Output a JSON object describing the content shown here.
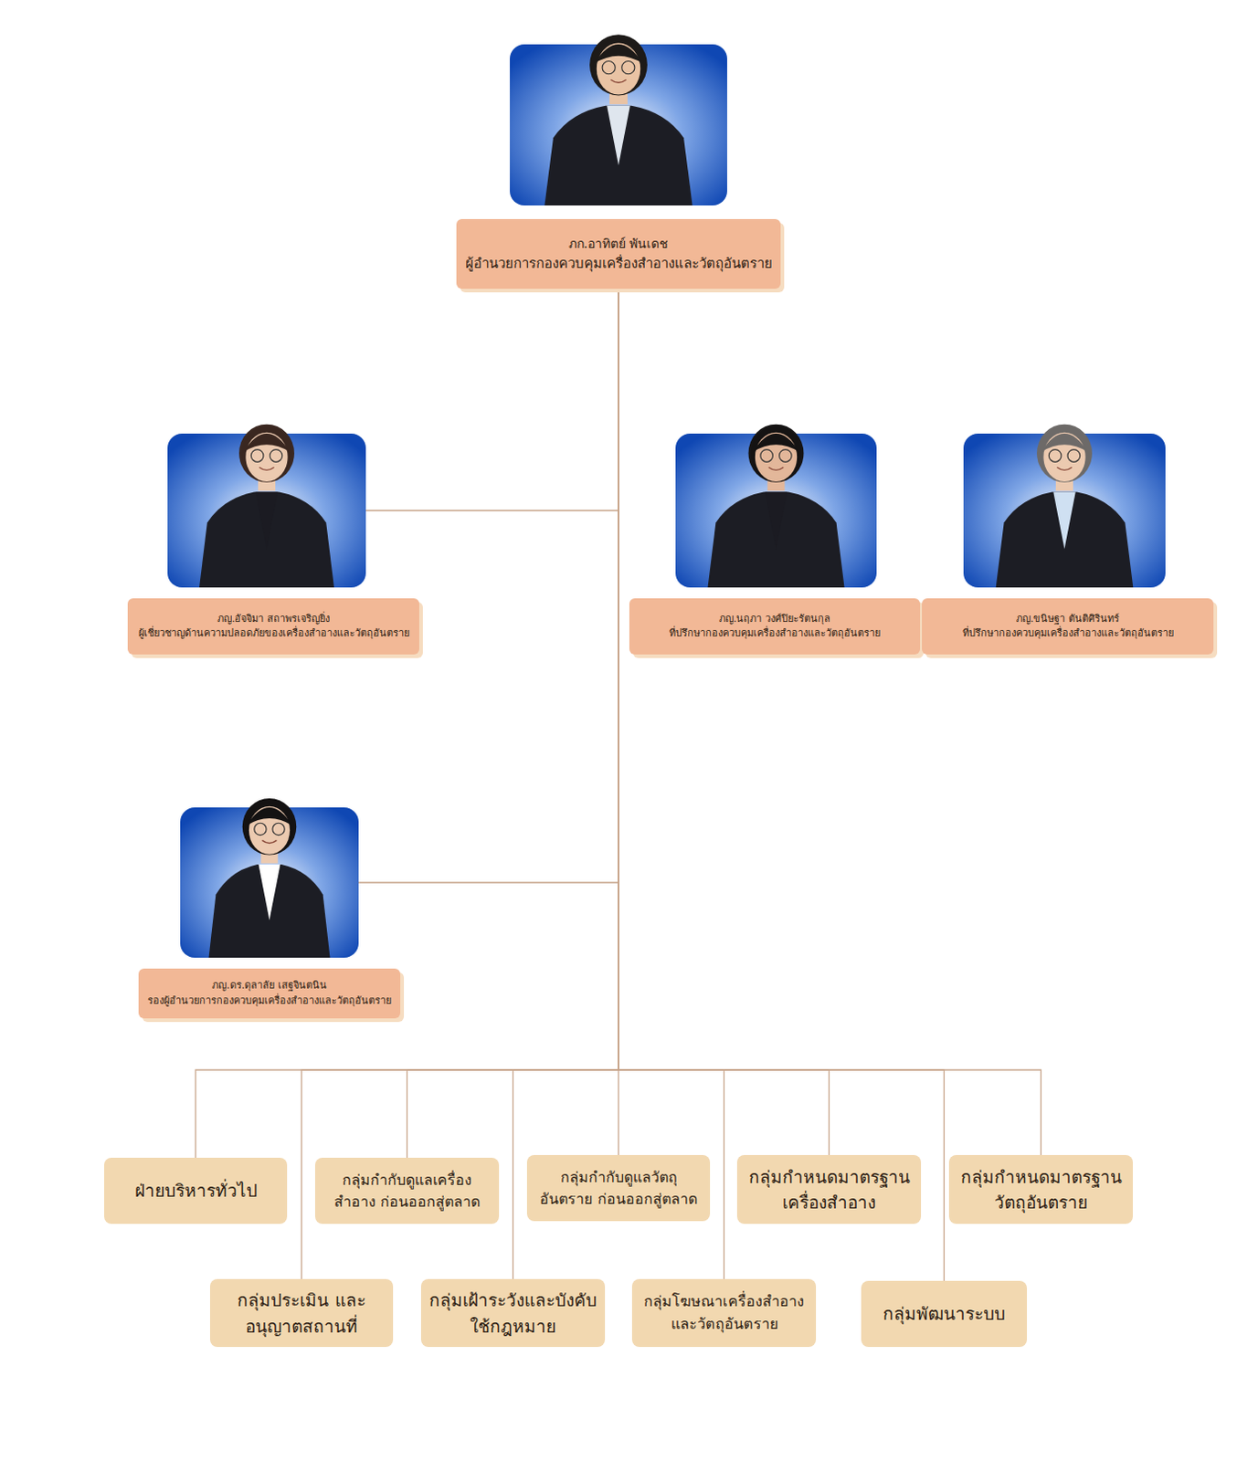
{
  "diagram": {
    "nodes": [
      {
        "text": [
          "ภก.อาทิตย์ พันเดช",
          "ผู้อำนวยการกองควบคุมเครื่องสำอางและวัตถุอันตราย"
        ]
      },
      {
        "text": [
          "ภญ.อัจจิมา สถาพรเจริญยิ่ง",
          "ผู้เชี่ยวชาญด้านความปลอดภัยของเครื่องสำอางและวัตถุอันตราย"
        ]
      },
      {
        "text": [
          "ภญ.นฤภา วงศ์ปิยะรัตนกุล",
          "ที่ปรึกษากองควบคุมเครื่องสำอางและวัตถุอันตราย"
        ]
      },
      {
        "text": [
          "ภญ.ขนิษฐา ตันติศิรินทร์",
          "ที่ปรึกษากองควบคุมเครื่องสำอางและวัตถุอันตราย"
        ]
      },
      {
        "text": [
          "ภญ.ดร.ดุลาลัย เสฐจินตนิน",
          "รองผู้อำนวยการกองควบคุมเครื่องสำอางและวัตถุอันตราย"
        ]
      },
      {
        "text": [
          "ฝ่ายบริหารทั่วไป"
        ]
      },
      {
        "text": [
          "กลุ่มกำกับดูแลเครื่องสำอาง ก่อนออกสู่ตลาด"
        ]
      },
      {
        "text": [
          "กลุ่มกำกับดูแลวัตถุอันตราย ก่อนออกสู่ตลาด"
        ]
      },
      {
        "text": [
          "กลุ่มกำหนดมาตรฐาน เครื่องสำอาง"
        ]
      },
      {
        "text": [
          "กลุ่มกำหนดมาตรฐาน วัตถุอันตราย"
        ]
      },
      {
        "text": [
          "กลุ่มประเมิน และอนุญาตสถานที่"
        ]
      },
      {
        "text": [
          "กลุ่มเฝ้าระวังและบังคับ ใช้กฎหมาย"
        ]
      },
      {
        "text": [
          "กลุ่มโฆษณาเครื่องสำอาง และวัตถุอันตราย"
        ]
      },
      {
        "text": [
          "กลุ่มพัฒนาระบบ"
        ]
      }
    ],
    "edges": [
      {
        "from": 0,
        "to": 1,
        "arrow": "none"
      },
      {
        "from": 0,
        "to": 4,
        "arrow": "none"
      },
      {
        "from": 0,
        "to": 5,
        "arrow": "none"
      },
      {
        "from": 0,
        "to": 10,
        "arrow": "none"
      },
      {
        "from": 0,
        "to": 6,
        "arrow": "none"
      },
      {
        "from": 0,
        "to": 11,
        "arrow": "none"
      },
      {
        "from": 0,
        "to": 7,
        "arrow": "none"
      },
      {
        "from": 0,
        "to": 12,
        "arrow": "none"
      },
      {
        "from": 0,
        "to": 8,
        "arrow": "none"
      },
      {
        "from": 0,
        "to": 13,
        "arrow": "none"
      },
      {
        "from": 0,
        "to": 9,
        "arrow": "none"
      }
    ]
  }
}
